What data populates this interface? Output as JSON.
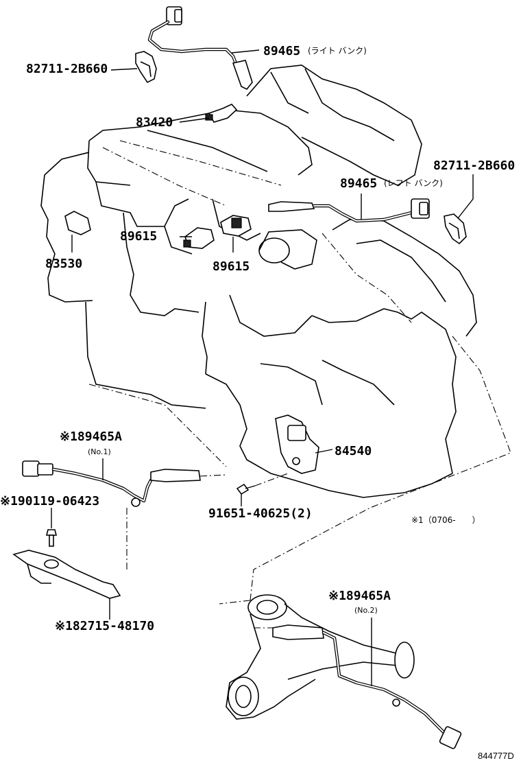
{
  "labels": {
    "o2_right": "89465",
    "o2_right_note": "(ライト バンク)",
    "o2_left": "89465",
    "o2_left_note": "(レフト バンク)",
    "clamp_top": "82711-2B660",
    "clamp_right": "82711-2B660",
    "sensor_83420": "83420",
    "sensor_89615_a": "89615",
    "sensor_89615_b": "89615",
    "sensor_83530": "83530",
    "switch_84540": "84540",
    "bolt_91651": "91651-40625(2)",
    "o2_no1": "※189465A",
    "o2_no1_sub": "(No.1)",
    "bolt_90119": "※190119-06423",
    "bracket_82715": "※182715-48170",
    "o2_no2": "※189465A",
    "o2_no2_sub": "(No.2)",
    "period_note": "※1（0706-　　）",
    "diagram_ref": "844777D"
  }
}
